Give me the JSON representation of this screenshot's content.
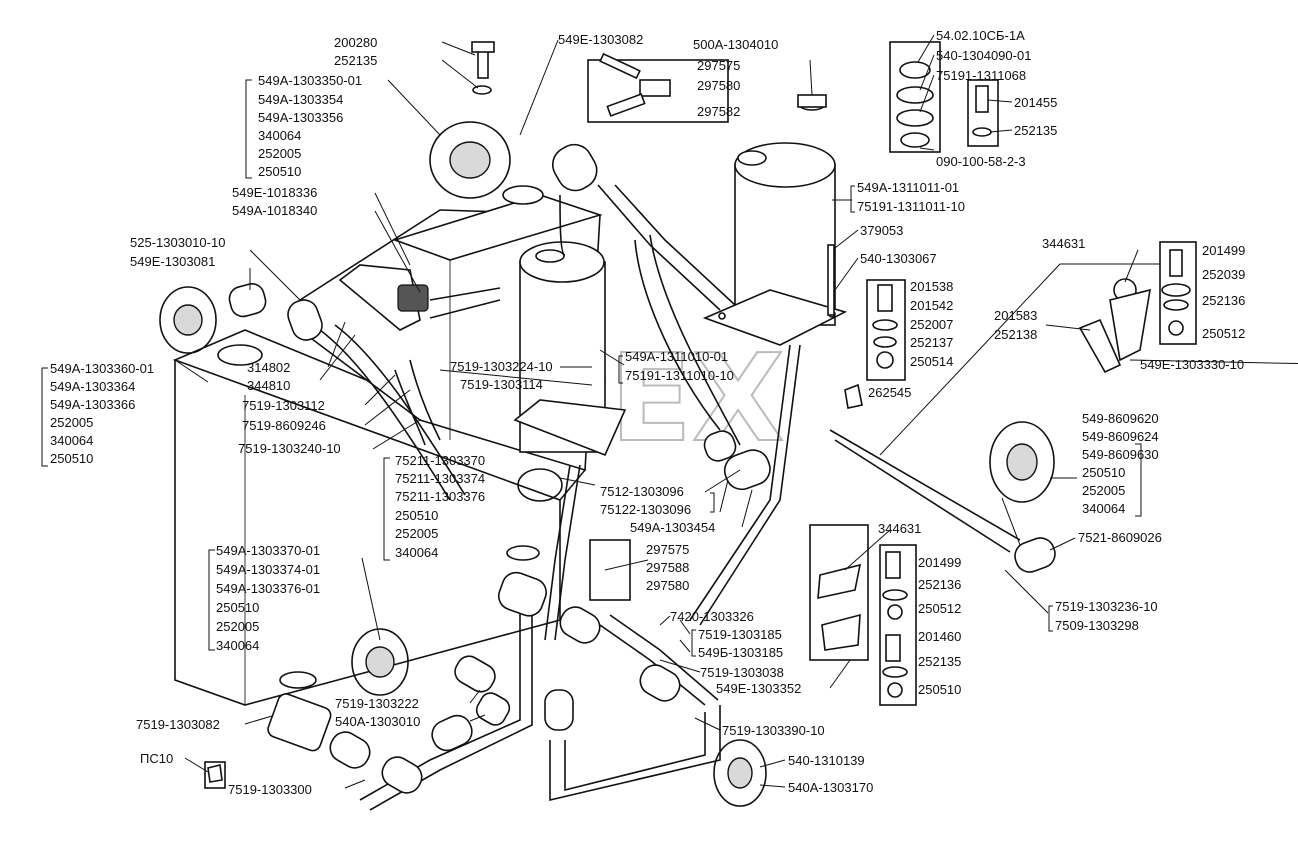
{
  "watermark": "OPEX",
  "labels": [
    "200280",
    "252135",
    "549E-1303082",
    "500A-1304010",
    "297575",
    "297580",
    "297582",
    "54.02.10СБ-1А",
    "540-1304090-01",
    "75191-1311068",
    "201455",
    "252135",
    "090-100-58-2-3",
    "549A-1303350-01",
    "549A-1303354",
    "549A-1303356",
    "340064",
    "252005",
    "250510",
    "549E-1018336",
    "549A-1018340",
    "549A-1311011-01",
    "75191-1311011-10",
    "379053",
    "540-1303067",
    "344631",
    "201499",
    "252039",
    "252136",
    "250512",
    "201583",
    "252138",
    "549E-1303330-10",
    "525-1303010-10",
    "549E-1303081",
    "201538",
    "201542",
    "252007",
    "252137",
    "250514",
    "262545",
    "549A-1303360-01",
    "549A-1303364",
    "549A-1303366",
    "252005",
    "340064",
    "250510",
    "314802",
    "344810",
    "7519-1303112",
    "7519-8609246",
    "7519-1303240-10",
    "7519-1303224-10",
    "7519-1303114",
    "549A-1311010-01",
    "75191-1311010-10",
    "549-8609620",
    "549-8609624",
    "549-8609630",
    "250510",
    "252005",
    "340064",
    "75211-1303370",
    "75211-1303374",
    "75211-1303376",
    "250510",
    "252005",
    "340064",
    "7512-1303096",
    "75122-1303096",
    "549A-1303454",
    "7521-8609026",
    "549A-1303370-01",
    "549A-1303374-01",
    "549A-1303376-01",
    "250510",
    "252005",
    "340064",
    "297575",
    "297588",
    "297580",
    "344631",
    "201499",
    "252136",
    "250512",
    "201460",
    "252135",
    "250510",
    "7420-1303326",
    "7519-1303185",
    "549Б-1303185",
    "7519-1303038",
    "549E-1303352",
    "7519-1303236-10",
    "7509-1303298",
    "7519-1303222",
    "540A-1303010",
    "7519-1303082",
    "7519-1303390-10",
    "ПС10",
    "7519-1303300",
    "540-1310139",
    "540A-1303170"
  ]
}
